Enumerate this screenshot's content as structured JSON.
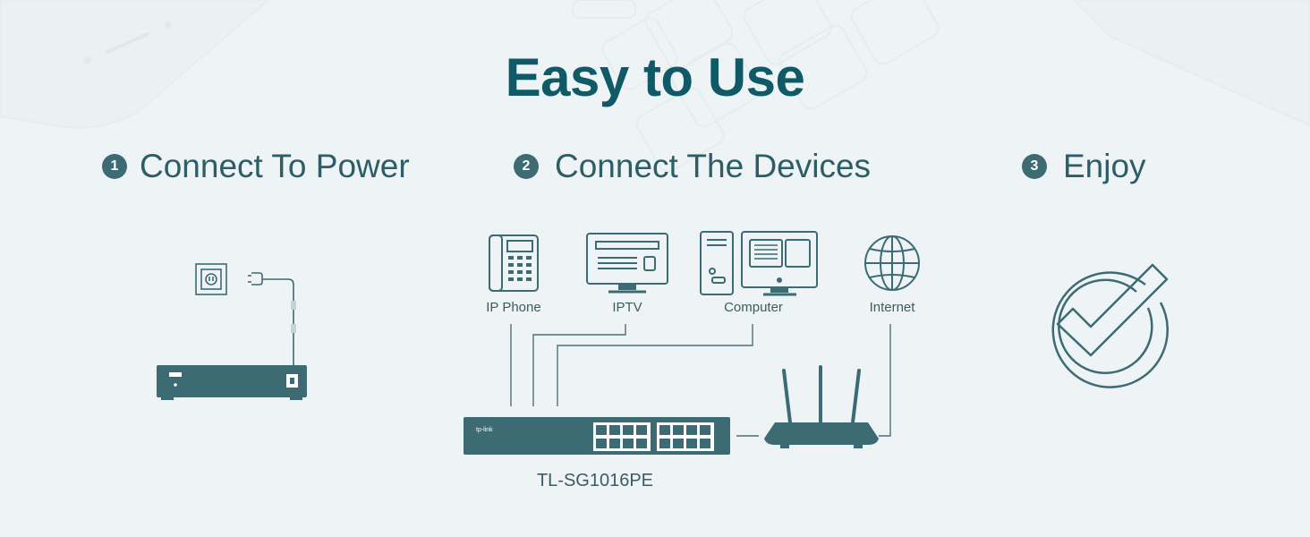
{
  "title": "Easy to Use",
  "steps": [
    {
      "number": "1",
      "label": "Connect To Power"
    },
    {
      "number": "2",
      "label": "Connect The Devices"
    },
    {
      "number": "3",
      "label": "Enjoy"
    }
  ],
  "devices": {
    "ip_phone": "IP Phone",
    "iptv": "IPTV",
    "computer": "Computer",
    "internet": "Internet"
  },
  "switch": {
    "brand": "tp-link",
    "model": "TL-SG1016PE"
  },
  "colors": {
    "background": "#eef3f5",
    "title": "#0f5a66",
    "device": "#3c6b74",
    "text": "#2d5d66"
  },
  "icons": [
    "wall-outlet-icon",
    "power-plug-icon",
    "phone-icon",
    "tv-monitor-icon",
    "computer-icon",
    "globe-icon",
    "switch-icon",
    "router-icon",
    "check-circle-icon"
  ]
}
